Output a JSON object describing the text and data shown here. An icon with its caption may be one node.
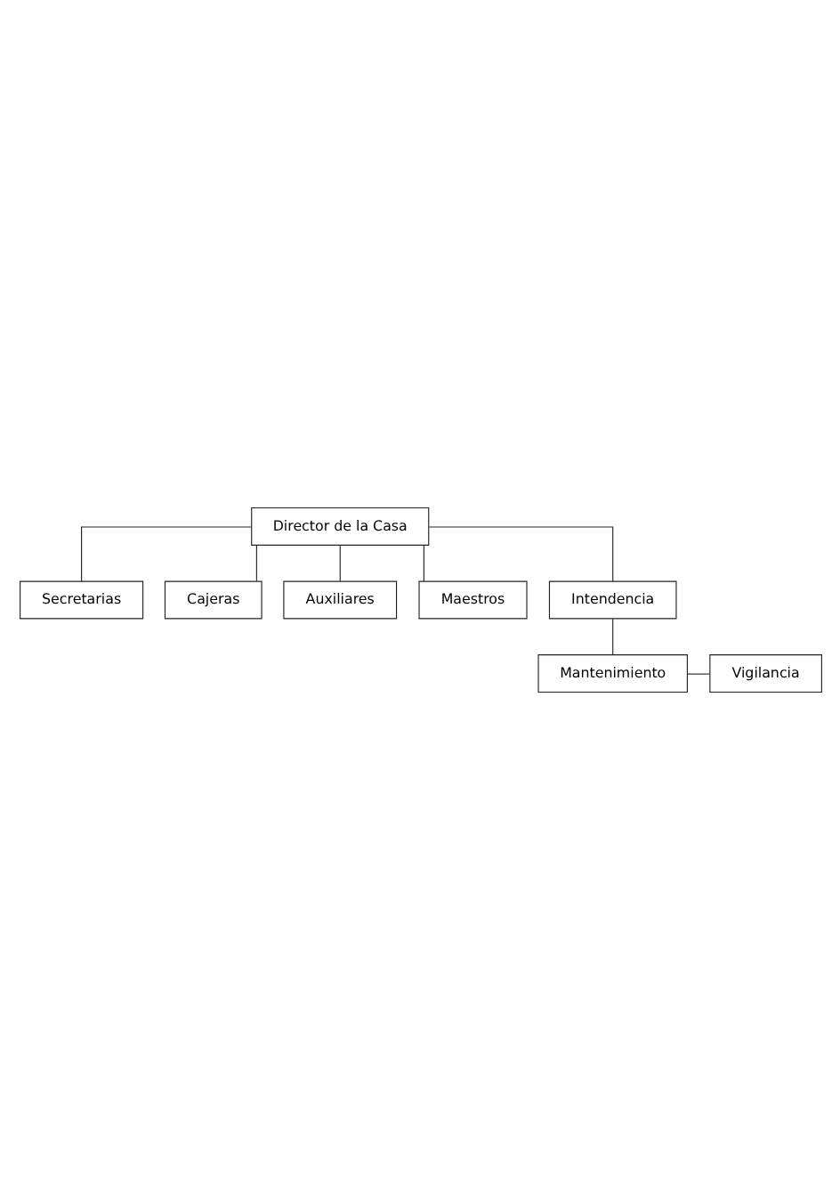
{
  "diagram": {
    "nodes": [
      {
        "text": [
          "Director de la Casa"
        ]
      },
      {
        "text": [
          "Secretarias"
        ]
      },
      {
        "text": [
          "Cajeras"
        ]
      },
      {
        "text": [
          "Auxiliares"
        ]
      },
      {
        "text": [
          "Maestros"
        ]
      },
      {
        "text": [
          "Intendencia"
        ]
      },
      {
        "text": [
          "Mantenimiento"
        ]
      },
      {
        "text": [
          "Vigilancia"
        ]
      }
    ],
    "edges": [
      {
        "from": 0,
        "to": 1,
        "arrow": "none"
      },
      {
        "from": 0,
        "to": 2,
        "arrow": "none"
      },
      {
        "from": 0,
        "to": 3,
        "arrow": "none"
      },
      {
        "from": 0,
        "to": 4,
        "arrow": "none"
      },
      {
        "from": 0,
        "to": 5,
        "arrow": "none"
      },
      {
        "from": 5,
        "to": 6,
        "arrow": "none"
      },
      {
        "from": 6,
        "to": 7,
        "arrow": "none"
      }
    ]
  }
}
